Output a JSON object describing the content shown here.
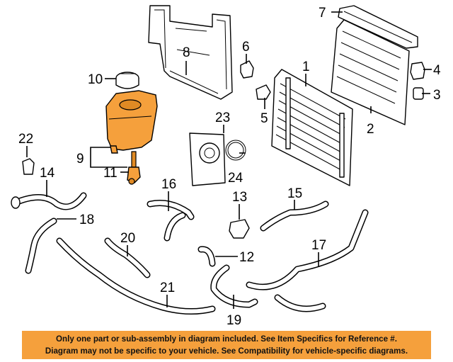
{
  "callouts": {
    "c1": "1",
    "c2": "2",
    "c3": "3",
    "c4": "4",
    "c5": "5",
    "c6": "6",
    "c7": "7",
    "c8": "8",
    "c9": "9",
    "c10": "10",
    "c11": "11",
    "c12": "12",
    "c13": "13",
    "c14": "14",
    "c15": "15",
    "c16": "16",
    "c17": "17",
    "c18": "18",
    "c19": "19",
    "c20": "20",
    "c21": "21",
    "c22": "22",
    "c23": "23",
    "c24": "24"
  },
  "footer": {
    "line1": "Only one part or sub-assembly in diagram included. See Item Specifics for Reference #.",
    "line2": "Diagram may not be specific to your vehicle. See Compatibility for vehicle-specific diagrams."
  },
  "colors": {
    "highlight": "#f5a03c",
    "banner": "#f5a03c"
  }
}
